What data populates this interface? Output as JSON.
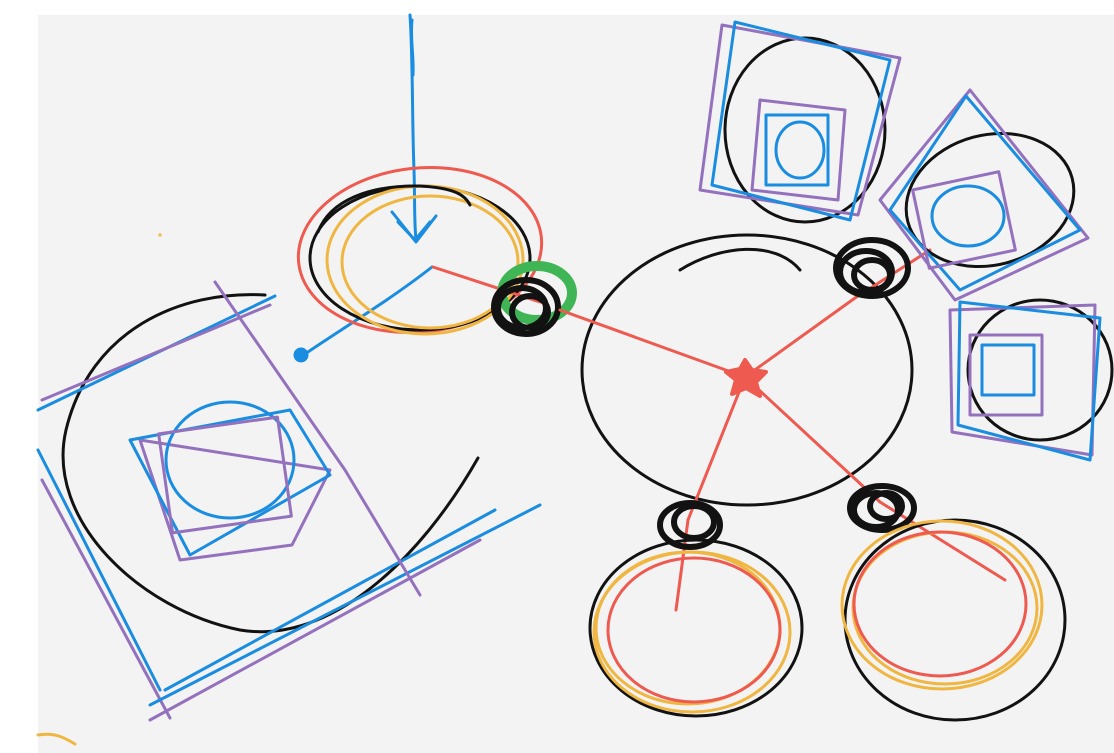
{
  "canvas": {
    "kind": "hand-drawn sketch",
    "background": "#f3f3f3",
    "frame": "#ffffff"
  },
  "ink_colors": {
    "black": "#121212",
    "red": "#ee5a4f",
    "blue": "#1a8de0",
    "purple": "#9471bd",
    "orange": "#f0b642",
    "green": "#3fb556"
  },
  "strokes": [
    {
      "name": "arrow-down",
      "color": "blue"
    },
    {
      "name": "target-circles",
      "color": "orange"
    },
    {
      "name": "hub-circle",
      "color": "black"
    },
    {
      "name": "connection-lines",
      "color": "red"
    },
    {
      "name": "junction-knots",
      "color": "black"
    },
    {
      "name": "sketch-squares",
      "color": "purple"
    }
  ]
}
